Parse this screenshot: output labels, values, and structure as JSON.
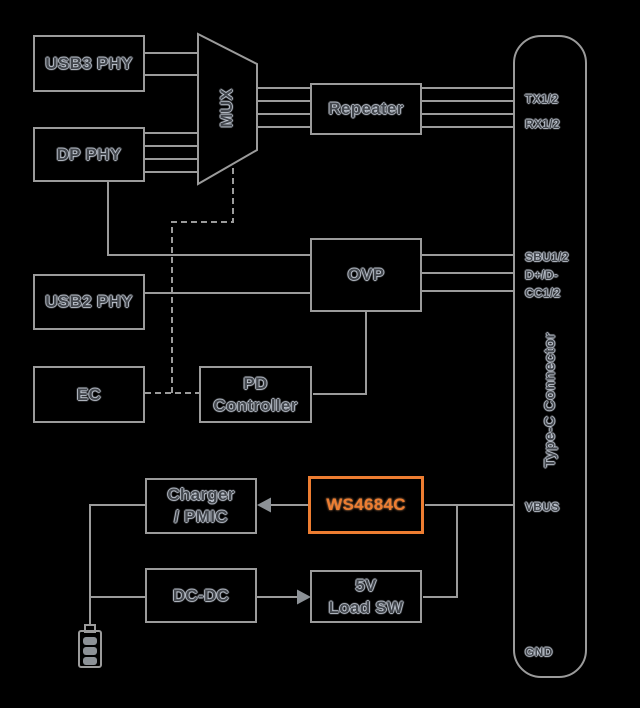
{
  "colors": {
    "line": "#9b9b9b",
    "accent": "#ED7D31"
  },
  "blocks": {
    "usb3_phy": {
      "label": "USB3 PHY"
    },
    "dp_phy": {
      "label": "DP PHY"
    },
    "usb2_phy": {
      "label": "USB2 PHY"
    },
    "ec": {
      "label": "EC"
    },
    "pd_controller": {
      "line1": "PD",
      "line2": "Controller"
    },
    "mux": {
      "label": "MUX"
    },
    "repeater": {
      "label": "Repeater"
    },
    "ovp": {
      "label": "OVP"
    },
    "charger": {
      "line1": "Charger",
      "line2": "/ PMIC"
    },
    "ws4684c": {
      "label": "WS4684C"
    },
    "dcdc": {
      "label": "DC-DC"
    },
    "load_sw": {
      "line1": "5V",
      "line2": "Load SW"
    }
  },
  "connector": {
    "title": "Type-C Connector",
    "pins": {
      "tx": "TX1/2",
      "rx": "RX1/2",
      "sbu": "SBU1/2",
      "dpdm": "D+/D-",
      "cc": "CC1/2",
      "vbus": "VBUS",
      "gnd": "GND"
    }
  }
}
